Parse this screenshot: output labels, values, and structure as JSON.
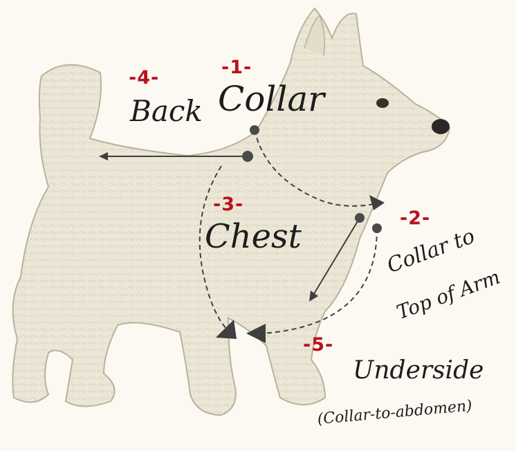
{
  "measurements": [
    {
      "number": "-1-",
      "label": "Collar"
    },
    {
      "number": "-2-",
      "label_lines": [
        "Collar to",
        "Top of Arm"
      ]
    },
    {
      "number": "-3-",
      "label": "Chest"
    },
    {
      "number": "-4-",
      "label": "Back"
    },
    {
      "number": "-5-",
      "label_lines": [
        "Underside",
        "(Collar-to-abdomen)"
      ]
    }
  ],
  "colors": {
    "background": "#fbf9f2",
    "number": "#b8121d",
    "label": "#1d1d1d",
    "dog_fur": "#ece6d6",
    "guide_line": "#3f3f3f"
  },
  "subject": "west-highland-terrier-side-view"
}
